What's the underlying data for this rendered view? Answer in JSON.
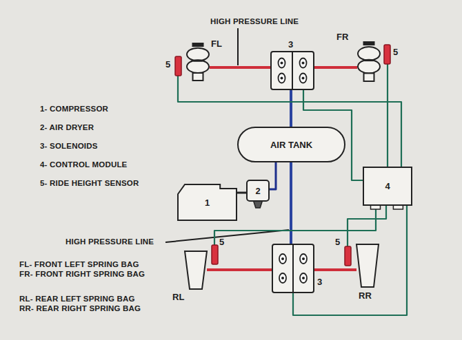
{
  "diagram": {
    "nodes": [
      {
        "text": [
          "5"
        ]
      },
      {
        "text": [
          "FL"
        ]
      },
      {
        "text": [
          "3"
        ]
      },
      {
        "text": [
          "FR"
        ]
      },
      {
        "text": [
          "5"
        ]
      },
      {
        "text": [
          "AIR TANK"
        ]
      },
      {
        "text": [
          "1"
        ]
      },
      {
        "text": [
          "2"
        ]
      },
      {
        "text": [
          "4"
        ]
      },
      {
        "text": [
          "RL"
        ]
      },
      {
        "text": [
          "5"
        ]
      },
      {
        "text": [
          "3"
        ]
      },
      {
        "text": [
          "5"
        ]
      },
      {
        "text": [
          "RR"
        ]
      }
    ],
    "edges": [
      {
        "from": 1,
        "to": 2,
        "arrow": "none"
      },
      {
        "from": 2,
        "to": 3,
        "arrow": "none"
      },
      {
        "from": 5,
        "to": 2,
        "arrow": "none"
      },
      {
        "from": 5,
        "to": 11,
        "arrow": "none"
      },
      {
        "from": 6,
        "to": 7,
        "arrow": "none"
      },
      {
        "from": 7,
        "to": 5,
        "arrow": "none"
      },
      {
        "from": 0,
        "to": 8,
        "arrow": "none"
      },
      {
        "from": 4,
        "to": 8,
        "arrow": "none"
      },
      {
        "from": 2,
        "to": 8,
        "arrow": "none"
      },
      {
        "from": 10,
        "to": 8,
        "arrow": "none"
      },
      {
        "from": 12,
        "to": 8,
        "arrow": "none"
      },
      {
        "from": 11,
        "to": 8,
        "arrow": "none"
      },
      {
        "from": 9,
        "to": 11,
        "arrow": "none"
      },
      {
        "from": 11,
        "to": 13,
        "arrow": "none"
      }
    ],
    "labels": [
      "HIGH PRESSURE LINE",
      "1- COMPRESSOR",
      "2- AIR DRYER",
      "3- SOLENOIDS",
      "4- CONTROL MODULE",
      "5- RIDE HEIGHT SENSOR",
      "HIGH PRESSURE LINE",
      "FL- FRONT LEFT SPRING BAG",
      "FR- FRONT RIGHT SPRING BAG",
      "RL- REAR LEFT SPRING BAG",
      "RR- REAR RIGHT SPRING BAG"
    ]
  }
}
